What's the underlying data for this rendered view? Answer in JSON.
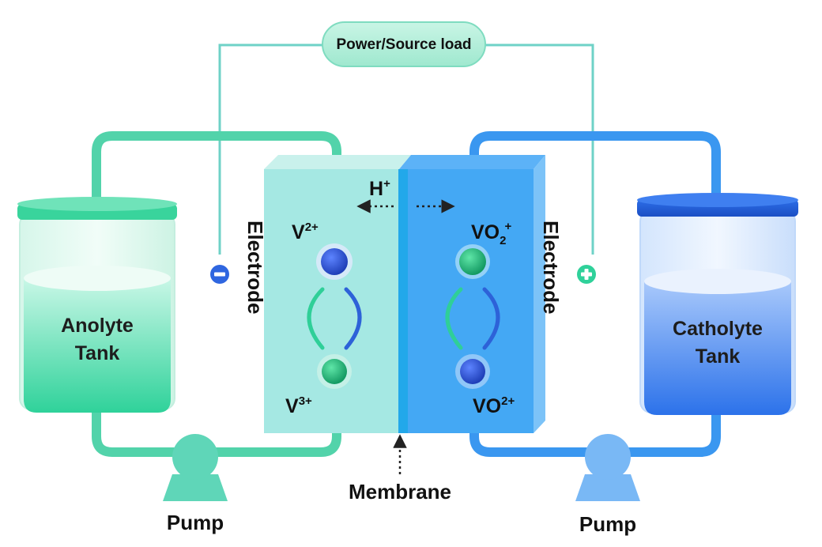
{
  "power_label": "Power/Source load",
  "anolyte": {
    "line1": "Anolyte",
    "line2": "Tank"
  },
  "catholyte": {
    "line1": "Catholyte",
    "line2": "Tank"
  },
  "electrode_left": "Electrode",
  "electrode_right": "Electrode",
  "membrane": "Membrane",
  "pump_left": "Pump",
  "pump_right": "Pump",
  "proton": {
    "base": "H",
    "charge": "+"
  },
  "ions": {
    "v2": {
      "base": "V",
      "charge": "2+"
    },
    "v3": {
      "base": "V",
      "charge": "3+"
    },
    "vo2plus": {
      "base": "VO",
      "sub": "2",
      "charge": "+"
    },
    "vo2": {
      "base": "VO",
      "charge": "2+"
    }
  },
  "icons": {
    "negative_terminal": "minus-circle-icon",
    "positive_terminal": "plus-circle-icon"
  },
  "colors": {
    "anolyte": "#3ed6a0",
    "catholyte": "#2f7ff0",
    "pipe_green": "#52d3aa",
    "pipe_blue": "#3a97f0",
    "pump_green": "#5fd6b8",
    "pump_blue": "#79b8f5",
    "minus": "#2f66e0",
    "plus": "#2fd19a"
  }
}
